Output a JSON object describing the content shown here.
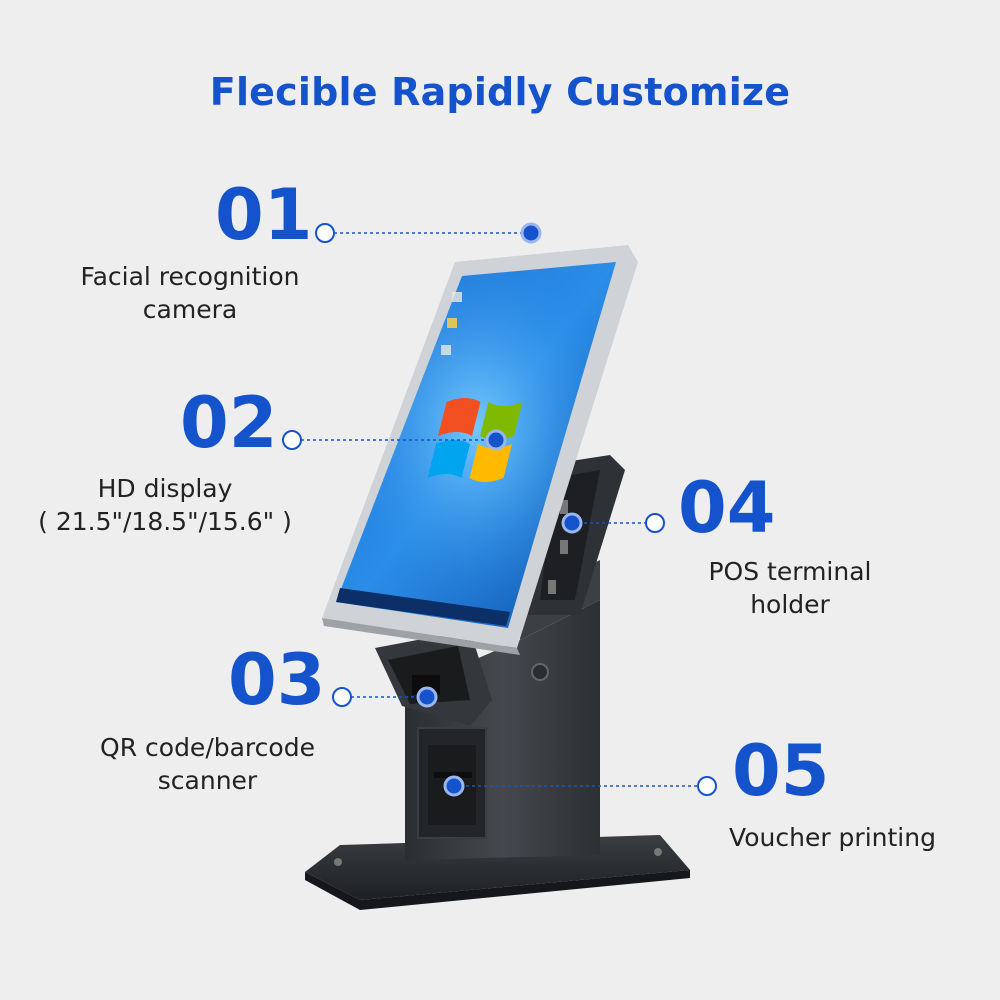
{
  "title": "Flecible Rapidly Customize",
  "colors": {
    "accent": "#1553cc",
    "text": "#222222",
    "background": "#eeeeee"
  },
  "features": [
    {
      "number": "01",
      "line1": "Facial recognition",
      "line2": "camera"
    },
    {
      "number": "02",
      "line1": "HD display",
      "line2": "( 21.5\"/18.5\"/15.6\" )"
    },
    {
      "number": "03",
      "line1": "QR code/barcode",
      "line2": "scanner"
    },
    {
      "number": "04",
      "line1": "POS terminal",
      "line2": "holder"
    },
    {
      "number": "05",
      "line1": "Voucher printing",
      "line2": ""
    }
  ],
  "device": {
    "name": "self-service-kiosk",
    "screen_os_logo": "windows-logo-icon"
  }
}
